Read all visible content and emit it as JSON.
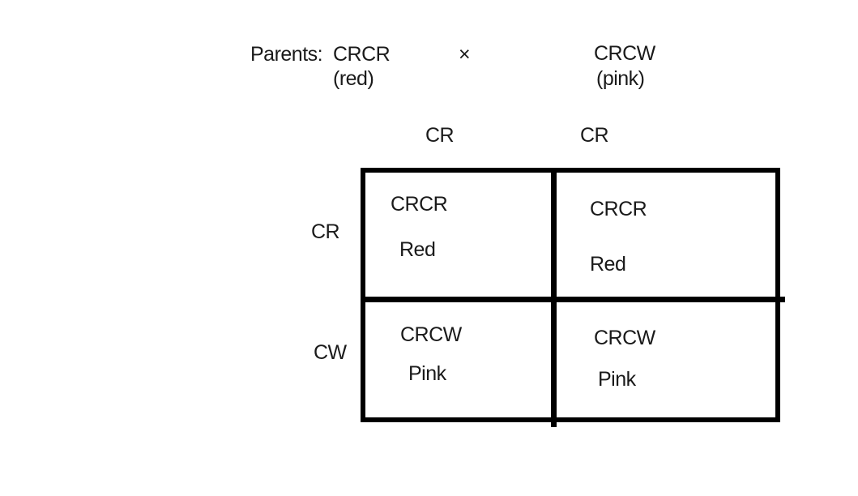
{
  "parents_line": {
    "label": "Parents:",
    "cross": "×",
    "parent1": {
      "genotype": "CRCR",
      "phenotype": "(red)"
    },
    "parent2": {
      "genotype": "CRCW",
      "phenotype": "(pink)"
    }
  },
  "punnett": {
    "col_headers": [
      "CR",
      "CR"
    ],
    "row_headers": [
      "CR",
      "CW"
    ],
    "cells": [
      {
        "genotype": "CRCR",
        "phenotype": "Red"
      },
      {
        "genotype": "CRCR",
        "phenotype": "Red"
      },
      {
        "genotype": "CRCW",
        "phenotype": "Pink"
      },
      {
        "genotype": "CRCW",
        "phenotype": "Pink"
      }
    ]
  },
  "colors": {
    "line": "#000000",
    "text": "#1a1a1a",
    "background": "#ffffff"
  }
}
